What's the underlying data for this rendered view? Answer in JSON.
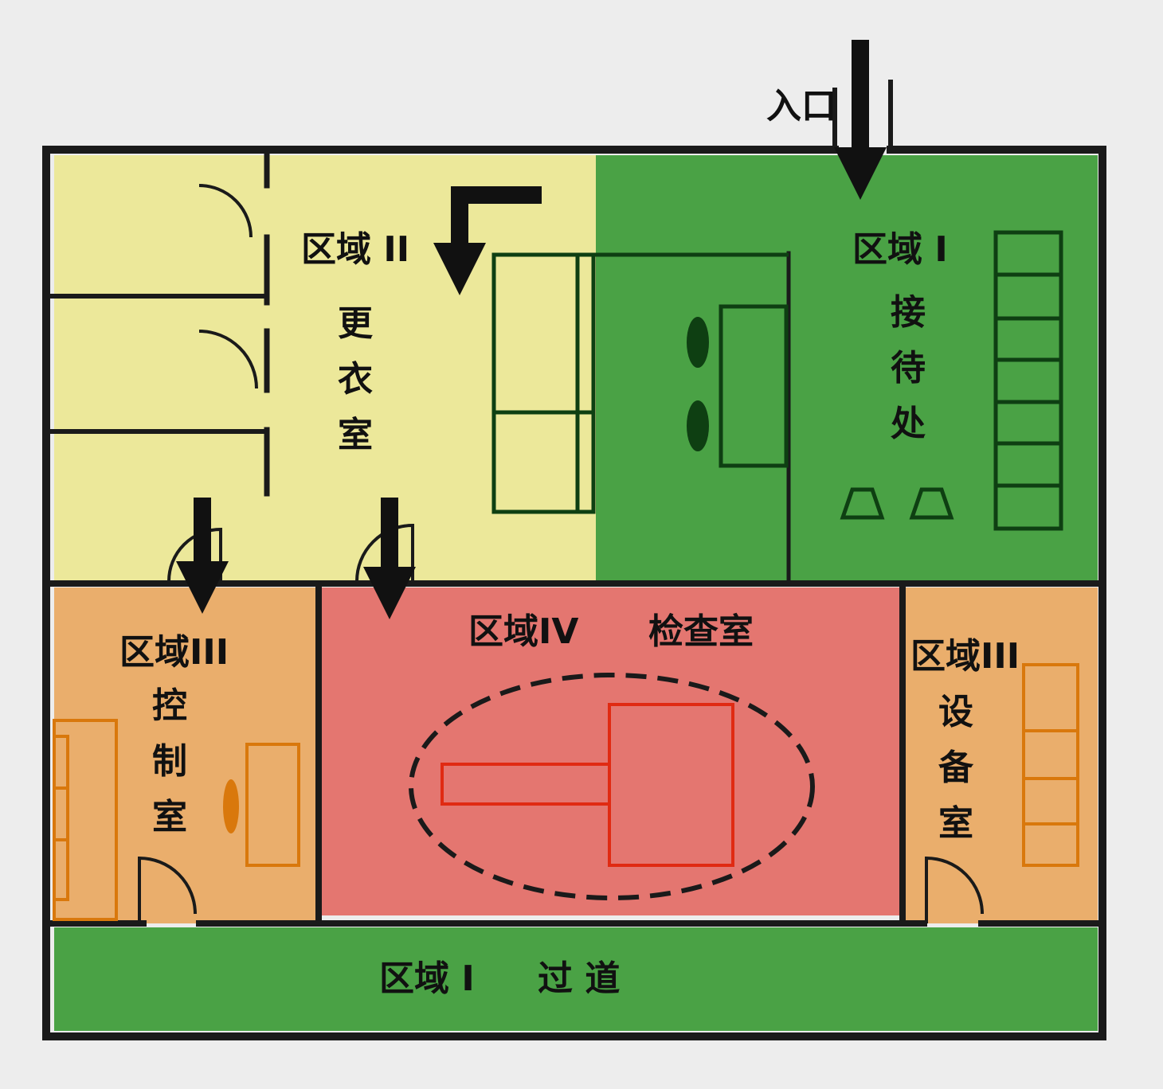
{
  "colors": {
    "background": "#ededed",
    "zone_i": "#4aa245",
    "zone_ii": "#ece89a",
    "zone_iii": "#eaae6c",
    "zone_iv": "#e47670",
    "wall": "#1a1a1a",
    "furniture_zone_i": "#0e3f12",
    "furniture_zone_iii": "#d9780c",
    "furniture_zone_iv": "#e02a12"
  },
  "entrance": {
    "label": "入口",
    "icon": "down-arrow-icon"
  },
  "zones": {
    "reception": {
      "zone": "区域 I",
      "room": [
        "接",
        "待",
        "处"
      ]
    },
    "changing": {
      "zone": "区域 II",
      "room": [
        "更",
        "衣",
        "室"
      ]
    },
    "control": {
      "zone": "区域III",
      "room": [
        "控",
        "制",
        "室"
      ]
    },
    "exam": {
      "zone": "区域IV",
      "room": "检查室"
    },
    "equipment": {
      "zone": "区域III",
      "room": [
        "设",
        "备",
        "室"
      ]
    },
    "corridor": {
      "zone": "区域 I",
      "room": "过 道"
    }
  }
}
